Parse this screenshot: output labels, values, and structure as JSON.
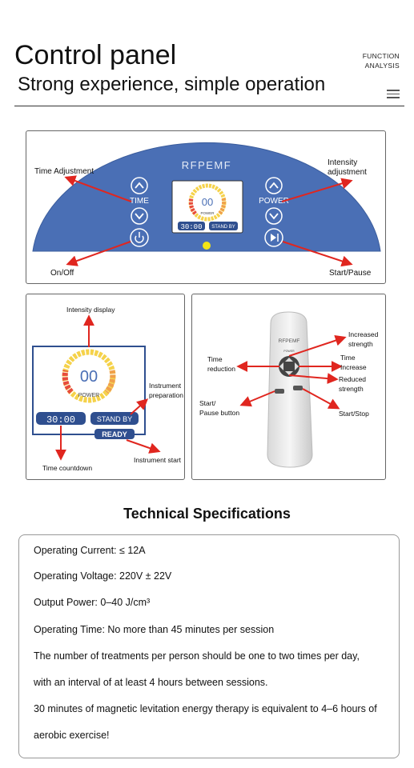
{
  "header": {
    "title": "Control panel",
    "subtitle": "Strong experience, simple operation",
    "function_label_1": "FUNCTION",
    "function_label_2": "ANALYSIS"
  },
  "panel1": {
    "brand": "RFPEMF",
    "time_button": "TIME",
    "power_button": "POWER",
    "display_value": "00",
    "display_power": "POWER",
    "display_time": "30:00",
    "display_standby": "STAND BY",
    "label_time_adjust": "Time Adjustment",
    "label_intensity_1": "Intensity",
    "label_intensity_2": "adjustment",
    "label_onoff": "On/Off",
    "label_start": "Start/Pause",
    "colors": {
      "arc": "#4a6fb5",
      "arrow": "#e0261f",
      "led": "#f2e416"
    }
  },
  "panel2": {
    "label_intensity_display": "Intensity display",
    "display_value": "00",
    "display_power": "POWER",
    "display_time": "30:00",
    "display_standby": "STAND BY",
    "display_ready": "READY",
    "label_instr_prep_1": "Instrument",
    "label_instr_prep_2": "preparation",
    "label_countdown": "Time countdown",
    "label_instr_start": "Instrument start"
  },
  "panel3": {
    "brand": "RFPEMF",
    "remote_power": "POWER",
    "label_inc_strength_1": "Increased",
    "label_inc_strength_2": "strength",
    "label_time_inc_1": "Time",
    "label_time_inc_2": "Increase",
    "label_red_strength_1": "Reduced",
    "label_red_strength_2": "strength",
    "label_start_stop": "Start/Stop",
    "label_time_red_1": "Time",
    "label_time_red_2": "reduction",
    "label_start_pause_1": "Start/",
    "label_start_pause_2": "Pause button"
  },
  "specs": {
    "heading": "Technical Specifications",
    "lines": [
      "Operating Current: ≤ 12A",
      "Operating Voltage: 220V ± 22V",
      "Output Power: 0–40 J/cm³",
      "Operating Time: No more than 45 minutes per session",
      "The number of treatments per person should be one to two times per day,",
      "with an interval of at least 4 hours between sessions.",
      "30 minutes of magnetic levitation energy therapy is equivalent to 4–6 hours of",
      "aerobic exercise!"
    ]
  }
}
